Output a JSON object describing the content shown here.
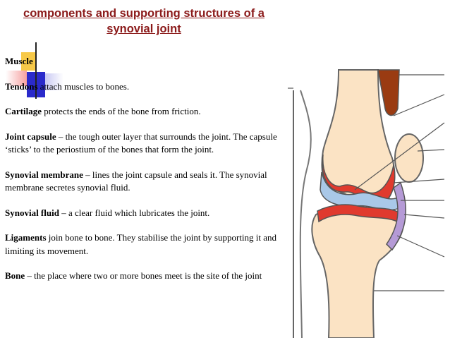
{
  "title": {
    "line1": "components and supporting structures of a",
    "line2": "synovial joint"
  },
  "definitions": [
    {
      "term": "Muscle",
      "text": ""
    },
    {
      "term": "Tendons",
      "text": " attach muscles to bones."
    },
    {
      "term": "Cartilage",
      "text": " protects the ends of the bone from friction."
    },
    {
      "term": "Joint capsule",
      "text": " – the tough outer layer that surrounds the joint. The capsule ‘sticks’ to the periostium of the bones that form the joint."
    },
    {
      "term": "Synovial membrane",
      "text": " – lines the joint capsule and seals it. The synovial membrane secretes synovial fluid."
    },
    {
      "term": "Synovial fluid",
      "text": " – a clear fluid which lubricates the joint."
    },
    {
      "term": "Ligaments",
      "text": " join bone to bone. They stabilise the joint by supporting it and limiting its movement."
    },
    {
      "term": "Bone",
      "text": " – the place where two or more bones meet is the site of the joint"
    }
  ],
  "colors": {
    "title": "#8b1a1a",
    "cartilage": "#e03a2e",
    "fluid": "#a9c8e8",
    "bone": "#fbe3c4",
    "muscle": "#9a3b12",
    "ligament": "#b59ad6"
  }
}
